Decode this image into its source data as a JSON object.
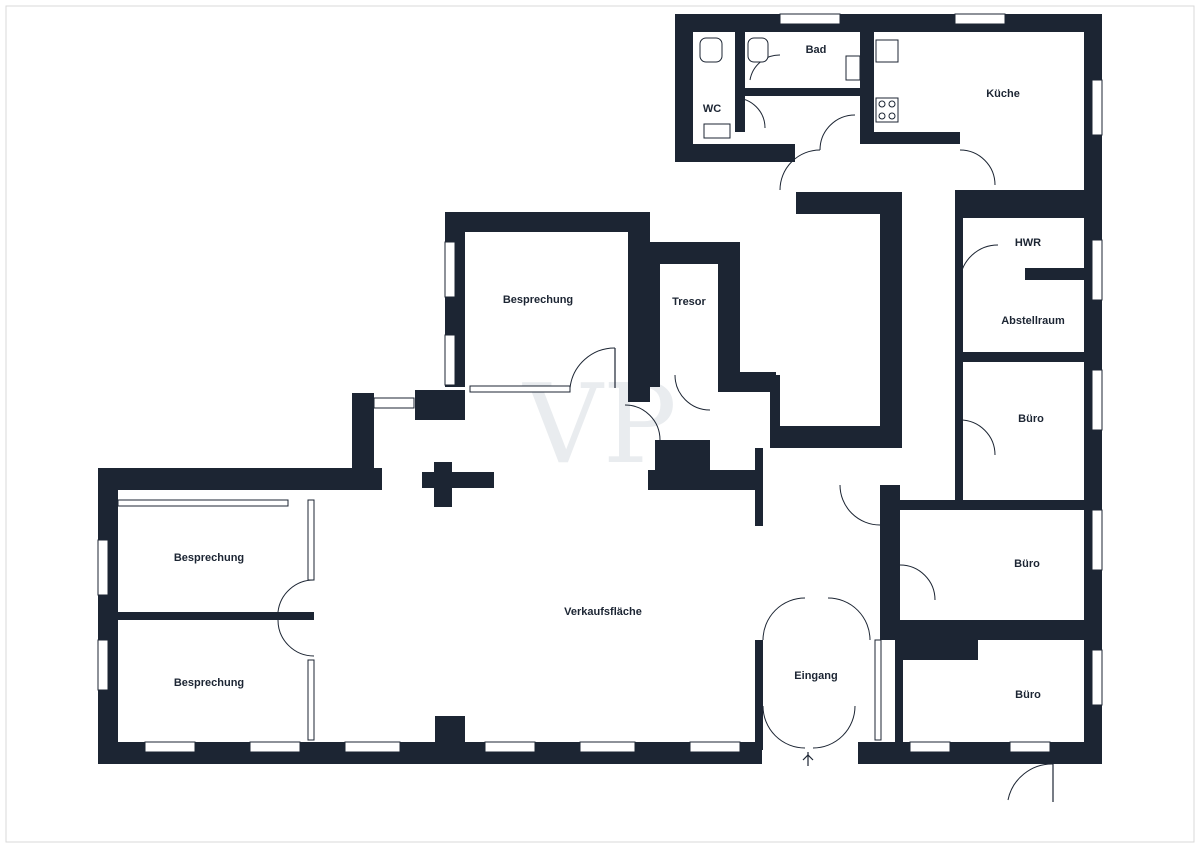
{
  "colors": {
    "wall": "#1c2533",
    "background": "#ffffff",
    "frame": "#d9d9d9",
    "watermark": "#e9ecef"
  },
  "watermark": "VP",
  "rooms": {
    "bad": "Bad",
    "wc": "WC",
    "kueche": "Küche",
    "hwr": "HWR",
    "abstellraum": "Abstellraum",
    "besprechung_top": "Besprechung",
    "tresor": "Tresor",
    "buero_1": "Büro",
    "buero_2": "Büro",
    "buero_3": "Büro",
    "besprechung_left_1": "Besprechung",
    "besprechung_left_2": "Besprechung",
    "verkaufsflaeche": "Verkaufsfläche",
    "eingang": "Eingang"
  }
}
